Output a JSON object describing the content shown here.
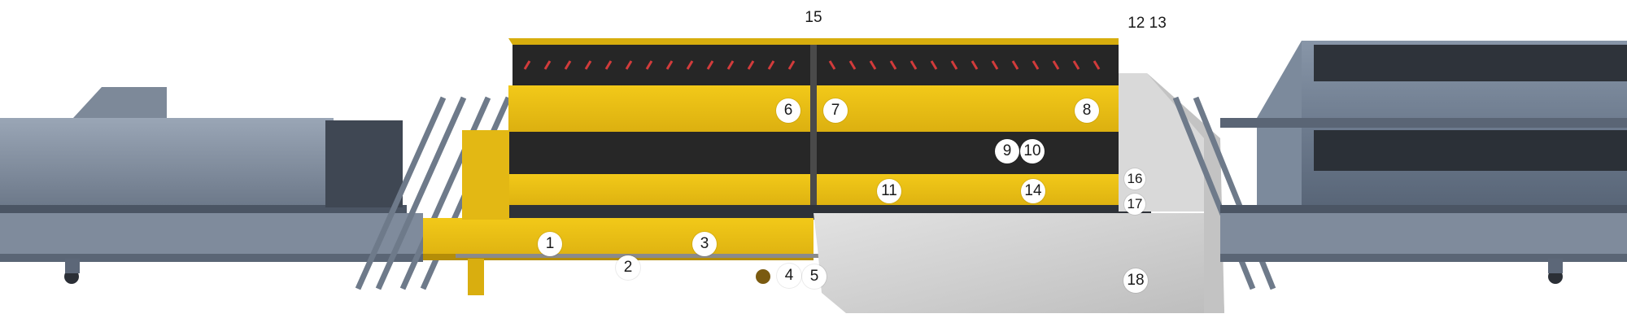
{
  "callouts": {
    "c1": "1",
    "c2": "2",
    "c3": "3",
    "c4": "4",
    "c5": "5",
    "c6": "6",
    "c7": "7",
    "c8": "8",
    "c9": "9",
    "c10": "10",
    "c11": "11",
    "c14": "14",
    "c16": "16",
    "c17": "17",
    "c18": "18"
  },
  "top_labels": {
    "l15": "15",
    "l12_13": "12 13"
  },
  "colors": {
    "yellow": "#e9bf16",
    "yellow_dark": "#c99e0b",
    "black_band": "#272727",
    "steel": "#8a97a8",
    "steel_dark": "#5d6a7b",
    "cover_gray": "#cbcbcb"
  }
}
